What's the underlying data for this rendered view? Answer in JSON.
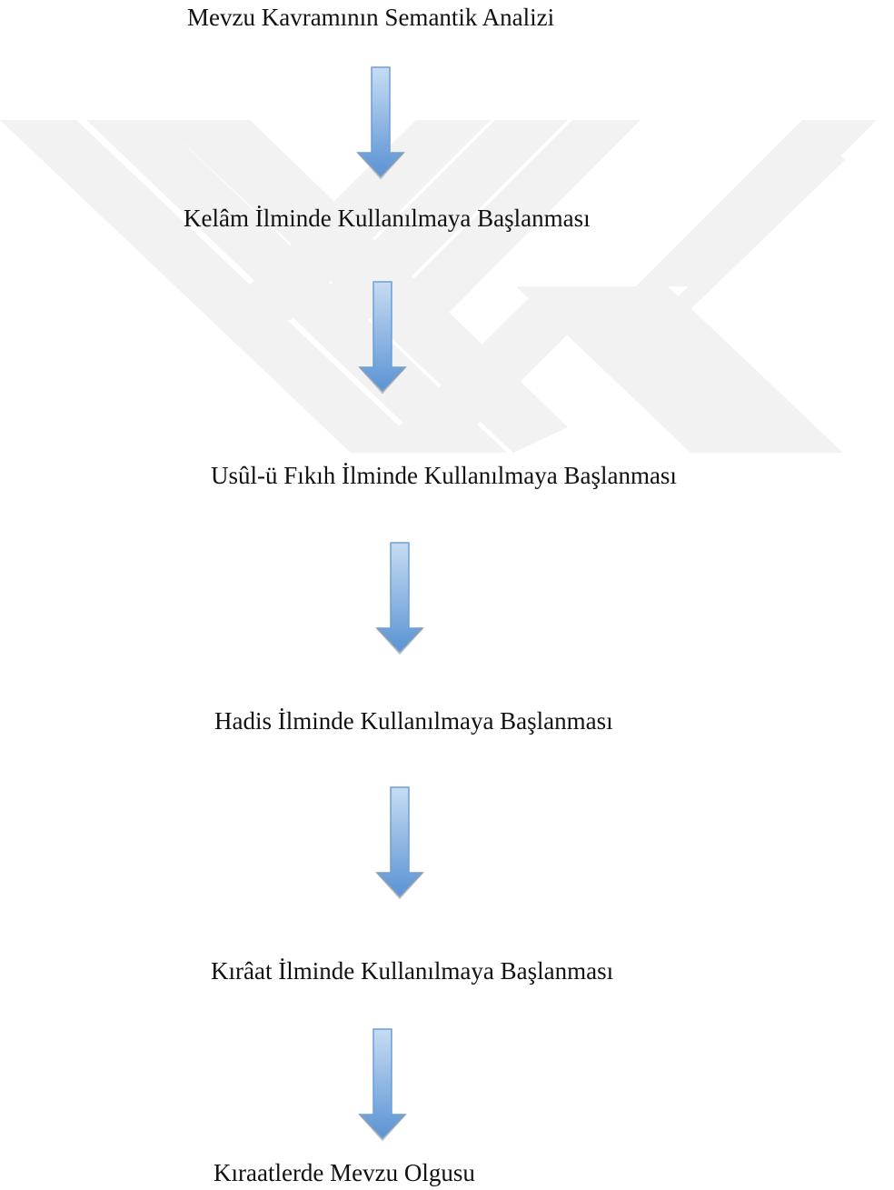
{
  "diagram": {
    "steps": [
      "Mevzu Kavramının Semantik Analizi",
      "Kelâm İlminde Kullanılmaya Başlanması",
      "Usûl-ü Fıkıh İlminde Kullanılmaya Başlanması",
      "Hadis İlminde Kullanılmaya Başlanması",
      "Kırâat İlminde Kullanılmaya Başlanması",
      "Kıraatlerde Mevzu Olgusu"
    ],
    "arrow_icon": "down-arrow-icon"
  },
  "colors": {
    "arrow_top": "#b8d3f0",
    "arrow_bottom": "#5b95d6",
    "arrow_stroke": "#6b9fd8",
    "watermark": "#f1f1f1",
    "text": "#111111"
  }
}
